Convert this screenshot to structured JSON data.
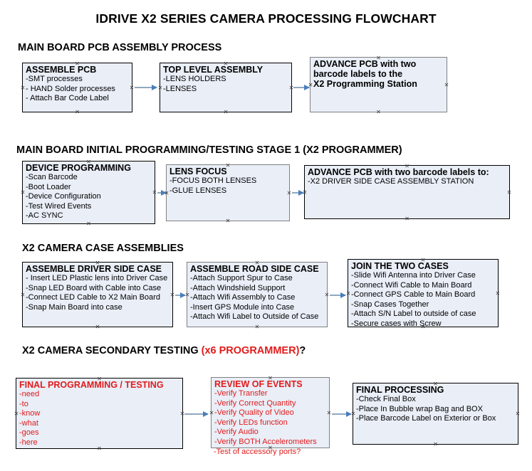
{
  "document": {
    "title": "IDRIVE X2  SERIES CAMERA PROCESSING FLOWCHART",
    "accent_red": "#e11b1b",
    "box_fill": "#e9eef7",
    "arrow_color": "#90a8c0"
  },
  "sections": [
    {
      "id": "main-board-pcb-assembly-process",
      "header": "MAIN BOARD PCB ASSEMBLY PROCESS",
      "header_accent": "",
      "boxes": [
        {
          "id": "assemble-pcb",
          "title": "ASSEMBLE PCB",
          "title_red": false,
          "lines": [
            "-SMT processes",
            "- HAND Solder processes",
            "- Attach Bar Code Label"
          ]
        },
        {
          "id": "top-level-assembly",
          "title": "TOP LEVEL ASSEMBLY",
          "title_red": false,
          "lines": [
            "-LENS HOLDERS",
            "-LENSES"
          ]
        },
        {
          "id": "advance-pcb-to-x2-programming-station",
          "title": "ADVANCE PCB with two",
          "title_red": false,
          "lines": [
            "barcode labels to the",
            " X2 Programming Station"
          ]
        }
      ]
    },
    {
      "id": "main-board-initial-programming-testing-stage-1",
      "header": "MAIN BOARD INITIAL PROGRAMMING/TESTING STAGE 1 (X2 PROGRAMMER)",
      "header_accent": "",
      "boxes": [
        {
          "id": "device-programming",
          "title": "DEVICE PROGRAMMING",
          "title_red": false,
          "lines": [
            "-Scan Barcode",
            "-Boot Loader",
            "-Device Configuration",
            "-Test Wired Events",
            "-AC SYNC"
          ]
        },
        {
          "id": "lens-focus",
          "title": "LENS FOCUS",
          "title_red": false,
          "lines": [
            "-FOCUS BOTH LENSES",
            "-GLUE LENSES"
          ]
        },
        {
          "id": "advance-pcb-to-driver-side-case-assembly",
          "title": "ADVANCE PCB with two barcode labels to:",
          "title_red": false,
          "lines": [
            "-X2 DRIVER  SIDE  CASE  ASSEMBLY STATION"
          ]
        }
      ]
    },
    {
      "id": "x2-camera-case-assemblies",
      "header": "X2 CAMERA CASE ASSEMBLIES",
      "header_accent": "",
      "boxes": [
        {
          "id": "assemble-driver-side-case",
          "title": "ASSEMBLE DRIVER SIDE CASE",
          "title_red": false,
          "lines": [
            " - Insert LED Plastic lens into Driver Case",
            "-Snap LED Board with Cable into Case",
            "-Connect LED Cable to X2 Main Board",
            "-Snap Main Board into case"
          ]
        },
        {
          "id": "assemble-road-side-case",
          "title": "ASSEMBLE ROAD SIDE CASE",
          "title_red": false,
          "lines": [
            "-Attach Support Spur to Case",
            "-Attach Windshield Support",
            "-Attach Wifi Assembly to Case",
            "-Insert GPS Module into Case",
            "-Attach Wifi Label to Outside of Case"
          ]
        },
        {
          "id": "join-the-two-cases",
          "title": "JOIN THE TWO CASES",
          "title_red": false,
          "lines": [
            "-Slide Wifi Antenna into Driver Case",
            "-Connect Wifi Cable to Main Board",
            "-Connect GPS Cable to Main Board",
            "-Snap Cases Together",
            "-Attach S/N Label to outside of case",
            "-Secure cases with Screw"
          ]
        }
      ]
    },
    {
      "id": "x2-camera-secondary-testing",
      "header": "X2 CAMERA SECONDARY TESTING ",
      "header_accent": "(x6 PROGRAMMER)",
      "header_suffix": "?",
      "boxes": [
        {
          "id": "final-programming-testing",
          "title": "FINAL PROGRAMMING / TESTING",
          "title_red": true,
          "lines": [
            "-need",
            "-to",
            "-know",
            "-what",
            "-goes",
            "-here"
          ],
          "lines_red": true
        },
        {
          "id": "review-of-events",
          "title": "REVIEW OF EVENTS",
          "title_red": true,
          "lines": [
            "-Verify Transfer",
            "-Verify Correct Quantity",
            "-Verify Quality of Video",
            "-Verify LEDs function",
            "-Verify Audio",
            "-Verify BOTH Accelerometers"
          ],
          "lines_red": true,
          "overflow_line": "-Test of accessory ports?"
        },
        {
          "id": "final-processing",
          "title": "FINAL PROCESSING",
          "title_red": false,
          "lines": [
            " -Check Final Box",
            "-Place In Bubble wrap Bag and BOX",
            "-Place Barcode Label on Exterior or Box"
          ],
          "lines_red": false
        }
      ]
    }
  ]
}
